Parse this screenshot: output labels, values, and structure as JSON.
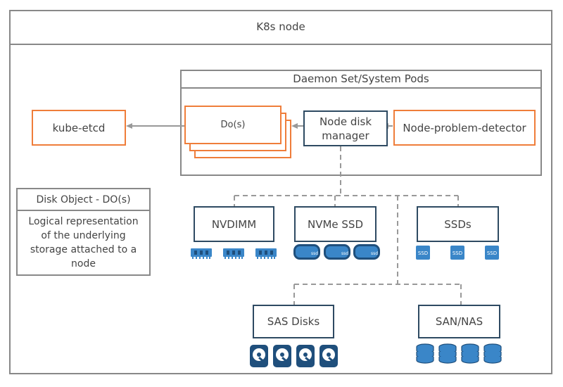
{
  "diagram": {
    "node_title": "K8s node",
    "daemon_title": "Daemon Set/System Pods",
    "kube_etcd": "kube-etcd",
    "dos": "Do(s)",
    "node_disk_manager": "Node disk manager",
    "node_problem_detector": "Node-problem-detector",
    "legend": {
      "title": "Disk Object - DO(s)",
      "body": "Logical representation of the underlying storage attached to a node"
    },
    "storage": {
      "nvdimm": "NVDIMM",
      "nvme": "NVMe SSD",
      "ssds": "SSDs",
      "sas": "SAS Disks",
      "san": "SAN/NAS"
    },
    "ssd_badge": "SSD",
    "ssd_chip": "ssd"
  },
  "colors": {
    "orange": "#ef7d3a",
    "navy": "#2e4a62",
    "gray": "#888888",
    "icon_blue": "#3a86c8"
  }
}
